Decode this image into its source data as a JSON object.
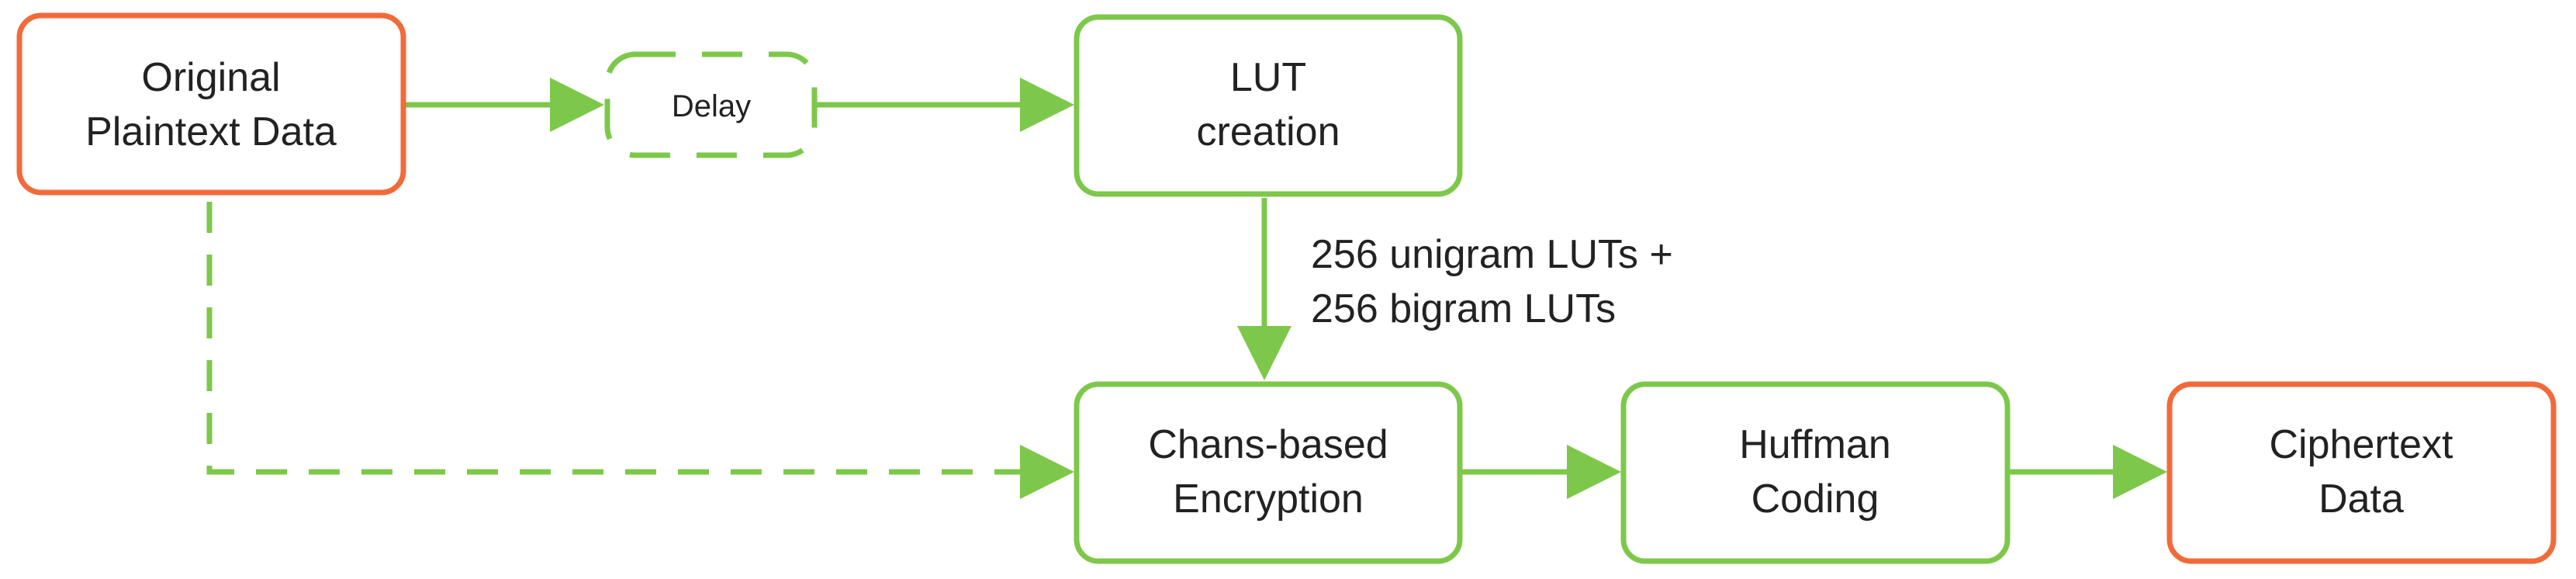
{
  "colors": {
    "green": "#7dc84a",
    "orange": "#f26a3a",
    "text": "#222222"
  },
  "nodes": {
    "original": {
      "line1": "Original",
      "line2": "Plaintext Data"
    },
    "delay": {
      "label": "Delay"
    },
    "lut": {
      "line1": "LUT",
      "line2": "creation"
    },
    "chans": {
      "line1": "Chans-based",
      "line2": "Encryption"
    },
    "huffman": {
      "line1": "Huffman",
      "line2": "Coding"
    },
    "ciphertext": {
      "line1": "Ciphertext",
      "line2": "Data"
    }
  },
  "edge_labels": {
    "lut_to_chans": {
      "line1": "256 unigram LUTs +",
      "line2": "256 bigram LUTs"
    }
  }
}
